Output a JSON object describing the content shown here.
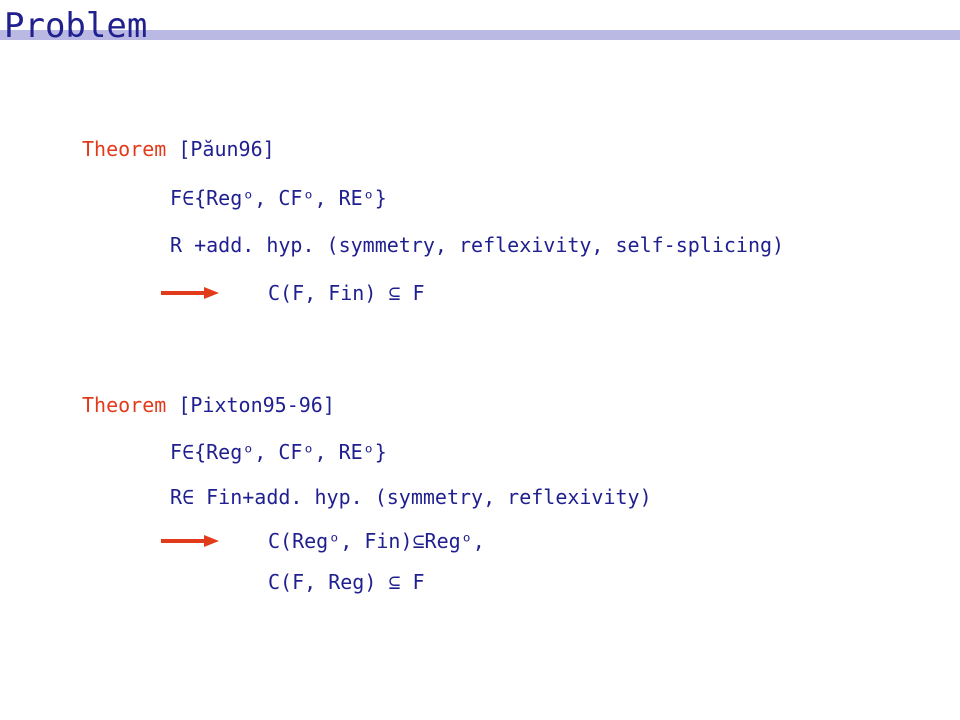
{
  "slide": {
    "title": "Problem"
  },
  "theorems": [
    {
      "keyword": "Theorem",
      "citation": " [Păun96]",
      "lines": {
        "family": "F∈{Regᵒ, CFᵒ, REᵒ}",
        "hypothesis": "R +add. hyp. (symmetry, reflexivity, self-splicing)",
        "conclusion_1": "C(F, Fin) ⊆ F"
      }
    },
    {
      "keyword": "Theorem",
      "citation": " [Pixton95-96]",
      "lines": {
        "family": "F∈{Regᵒ, CFᵒ, REᵒ}",
        "hypothesis": "R∈ Fin+add. hyp. (symmetry, reflexivity)",
        "conclusion_1": "C(Regᵒ, Fin)⊆Regᵒ,",
        "conclusion_2": "C(F, Reg) ⊆ F"
      }
    }
  ],
  "colors": {
    "title": "#20208f",
    "text": "#1f1f8f",
    "keyword": "#e23b1b",
    "arrow": "#e23b1b",
    "title_bar": "#b9b9e3"
  }
}
